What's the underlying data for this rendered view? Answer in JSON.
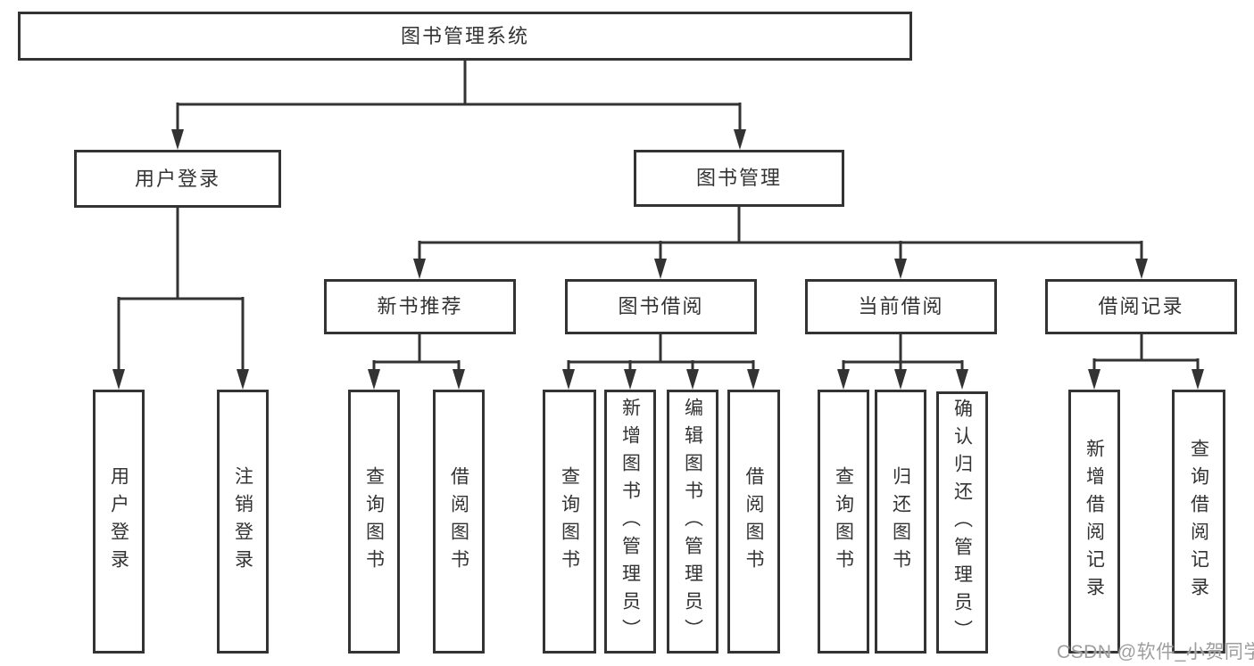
{
  "diagram": {
    "root": {
      "label": "图书管理系统"
    },
    "level2": [
      {
        "label": "用户登录"
      },
      {
        "label": "图书管理"
      }
    ],
    "level3": [
      {
        "label": "新书推荐"
      },
      {
        "label": "图书借阅"
      },
      {
        "label": "当前借阅"
      },
      {
        "label": "借阅记录"
      }
    ],
    "leaves": {
      "user_login": [
        {
          "label": "用户登录"
        },
        {
          "label": "注销登录"
        }
      ],
      "new_books": [
        {
          "label": "查询图书"
        },
        {
          "label": "借阅图书"
        }
      ],
      "book_borrow": [
        {
          "label": "查询图书"
        },
        {
          "label": "新增图书（管理员）"
        },
        {
          "label": "编辑图书（管理员）"
        },
        {
          "label": "借阅图书"
        }
      ],
      "current_borrow": [
        {
          "label": "查询图书"
        },
        {
          "label": "归还图书"
        },
        {
          "label": "确认归还（管理员）"
        }
      ],
      "borrow_records": [
        {
          "label": "新增借阅记录"
        },
        {
          "label": "查询借阅记录"
        }
      ]
    }
  },
  "watermark": {
    "text": "CSDN @软件_小贺同学"
  },
  "colors": {
    "line": "#333333",
    "text": "#333333",
    "watermark_text": "#9e9e9e",
    "background": "#ffffff"
  }
}
